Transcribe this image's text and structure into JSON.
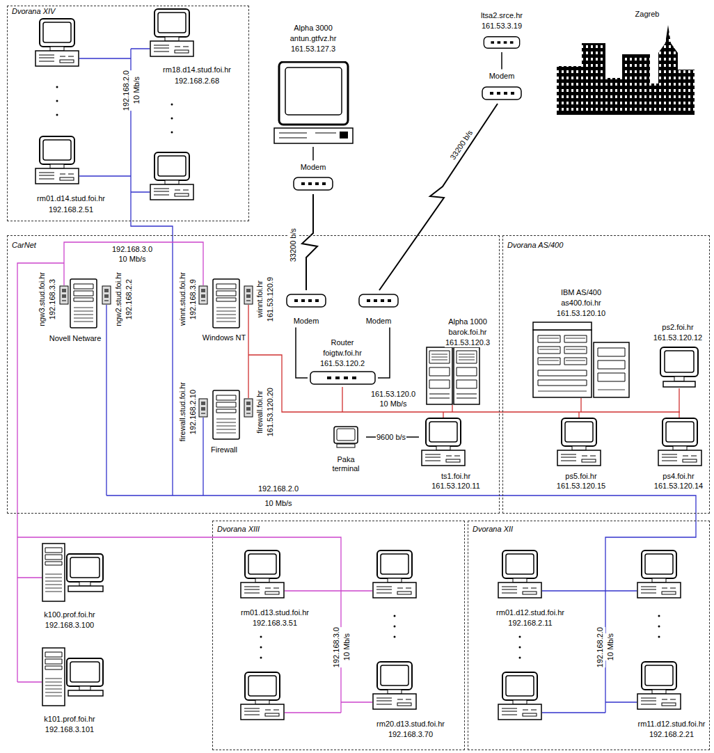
{
  "diagram": {
    "nodes": [
      {
        "text": [
          "Dvorana XIV"
        ]
      },
      {
        "text": [
          "rm18.d14.stud.foi.hr",
          "192.168.2.68"
        ],
        "in": 0
      },
      {
        "text": [
          "rm01.d14.stud.foi.hr",
          "192.168.2.51"
        ],
        "in": 0
      },
      {
        "text": [
          "Alpha 3000",
          "antun.gtfvz.hr",
          "161.53.127.3"
        ]
      },
      {
        "text": [
          "Modem"
        ]
      },
      {
        "text": [
          "ltsa2.srce.hr",
          "161.53.3.19"
        ]
      },
      {
        "text": [
          "Modem"
        ]
      },
      {
        "text": [
          "CarNet"
        ]
      },
      {
        "text": [
          "ngw3.stud.foi.hr",
          "192.168.3.3",
          "ngw2.stud.foi.hr",
          "192.168.2.2",
          "Novell Netware"
        ],
        "in": 7
      },
      {
        "text": [
          "winnt.stud.foi.hr",
          "192.168.3.9",
          "winnt.foi.hr",
          "161.53.120.9",
          "Windows NT"
        ],
        "in": 7
      },
      {
        "text": [
          "Modem"
        ],
        "in": 7
      },
      {
        "text": [
          "Modem"
        ],
        "in": 7
      },
      {
        "text": [
          "Router",
          "foigtw.foi.hr",
          "161.53.120.2"
        ],
        "in": 7
      },
      {
        "text": [
          "Alpha 1000",
          "barok.foi.hr",
          "161.53.120.3"
        ],
        "in": 7
      },
      {
        "text": [
          "firewall.stud.foi.hr",
          "192.168.2.10",
          "firewall.foi.hr",
          "161.53.120.20",
          "Firewall"
        ],
        "in": 7
      },
      {
        "text": [
          "Paka terminal"
        ],
        "in": 7
      },
      {
        "text": [
          "ts1.foi.hr",
          "161.53.120.11"
        ],
        "in": 7
      },
      {
        "text": [
          "Dvorana AS/400"
        ]
      },
      {
        "text": [
          "IBM AS/400",
          "as400.foi.hr",
          "161.53.120.10"
        ],
        "in": 17
      },
      {
        "text": [
          "ps2.foi.hr",
          "161.53.120.12"
        ],
        "in": 17
      },
      {
        "text": [
          "ps5.foi.hr",
          "161.53.120.15"
        ],
        "in": 17
      },
      {
        "text": [
          "ps4.foi.hr",
          "161.53.120.14"
        ],
        "in": 17
      },
      {
        "text": [
          "k100.prof.foi.hr",
          "192.168.3.100"
        ]
      },
      {
        "text": [
          "k101.prof.foi.hr",
          "192.168.3.101"
        ]
      },
      {
        "text": [
          "Dvorana XIII"
        ]
      },
      {
        "text": [
          "rm01.d13.stud.foi.hr",
          "192.168.3.51"
        ],
        "in": 24
      },
      {
        "text": [
          "rm20.d13.stud.foi.hr",
          "192.168.3.70"
        ],
        "in": 24
      },
      {
        "text": [
          "Dvorana XII"
        ]
      },
      {
        "text": [
          "rm01.d12.stud.foi.hr",
          "192.168.2.11"
        ],
        "in": 27
      },
      {
        "text": [
          "rm11.d12.stud.foi.hr",
          "192.168.2.21"
        ],
        "in": 27
      }
    ],
    "edges": [
      {
        "from": 3,
        "to": 4,
        "arrow": "none"
      },
      {
        "from": 4,
        "to": 10,
        "label": "33200 b/s",
        "arrow": "none"
      },
      {
        "from": 5,
        "to": 6,
        "arrow": "none"
      },
      {
        "from": 6,
        "to": 11,
        "label": "33200 b/s",
        "arrow": "none"
      },
      {
        "from": 10,
        "to": 12,
        "arrow": "none"
      },
      {
        "from": 11,
        "to": 12,
        "arrow": "none"
      },
      {
        "from": 15,
        "to": 16,
        "label": "9600 b/s",
        "arrow": "none"
      }
    ],
    "labels": [
      "Zagreb",
      "192.168.2.0",
      "10 Mb/s",
      "192.168.3.0",
      "10 Mb/s",
      "161.53.120.0",
      "10 Mb/s",
      "192.168.2.0",
      "10 Mb/s",
      "192.168.3.0",
      "10 Mb/s",
      "192.168.2.0",
      "10 Mb/s"
    ]
  }
}
